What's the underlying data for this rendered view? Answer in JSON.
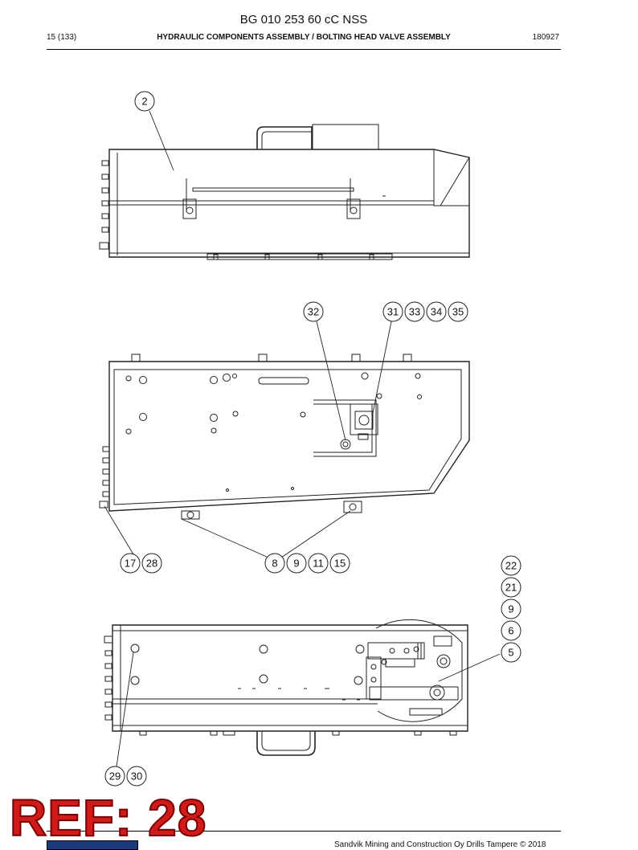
{
  "header": {
    "doc_title": "BG 010 253 60 cC NSS",
    "page": "15 (133)",
    "section": "HYDRAULIC COMPONENTS ASSEMBLY / BOLTING HEAD VALVE ASSEMBLY",
    "date": "180927"
  },
  "callouts": {
    "c2": "2",
    "c32": "32",
    "c31": "31",
    "c33": "33",
    "c34": "34",
    "c35": "35",
    "c17": "17",
    "c28": "28",
    "c8": "8",
    "c9": "9",
    "c11": "11",
    "c15": "15",
    "c22": "22",
    "c21": "21",
    "c9b": "9",
    "c6": "6",
    "c5": "5",
    "c29": "29",
    "c30": "30"
  },
  "stamp": {
    "text": "REF: 28"
  },
  "footer": {
    "text": "Sandvik Mining and Construction Oy Drills Tampere © 2018"
  }
}
